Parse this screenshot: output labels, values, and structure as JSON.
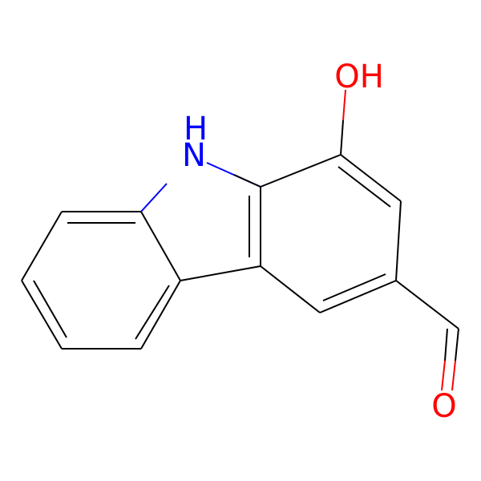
{
  "molecule": {
    "atoms": [
      {
        "id": "N9",
        "element": "N",
        "label": "H\nN",
        "color": "#0000FF"
      },
      {
        "id": "O1",
        "element": "O",
        "label": "OH",
        "color": "#FF0000"
      },
      {
        "id": "O3",
        "element": "O",
        "label": "O",
        "color": "#FF0000"
      }
    ],
    "bond_color": "#000000",
    "label_texts": {
      "nh_h": "H",
      "nh_n": "N",
      "oh": "OH",
      "aldehyde_o": "O"
    }
  }
}
